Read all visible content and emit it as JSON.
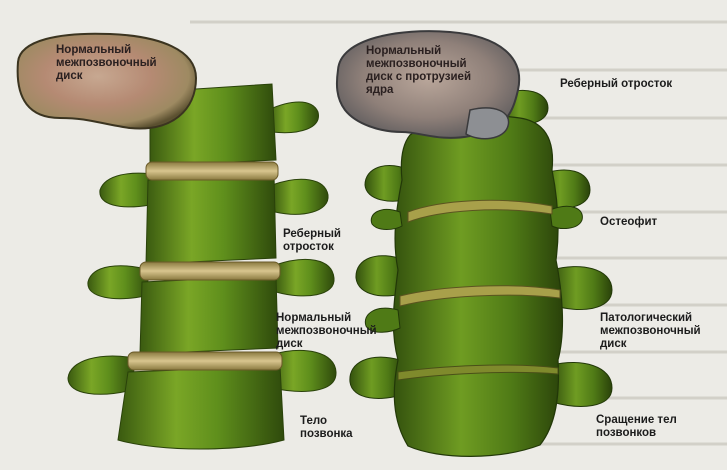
{
  "labels": {
    "normal_disk_top": "Нормальный\nмежпозвоночный\nдиск",
    "protrusion_disk": "Нормальный\nмежпозвоночный\nдиск с протрузией\nядра",
    "rib_process_right": "Реберный отросток",
    "rib_process_left": "Реберный\nотросток",
    "osteophyte": "Остеофит",
    "normal_disk_mid": "Нормальный\nмежпозвоночный\nдиск",
    "pathological_disk": "Патологический\nмежпозвоночный\nдиск",
    "vertebral_body": "Тело\nпозвонка",
    "vertebrae_fusion": "Сращение тел\nпозвонков"
  },
  "colors": {
    "bone_green": "#5f8f1c",
    "bone_dark": "#2f4a0c",
    "bone_light": "#a9c43a",
    "disk_tan": "#c9b58a",
    "disk_red": "#b98a72",
    "protrusion_gray": "#8d8f93"
  }
}
